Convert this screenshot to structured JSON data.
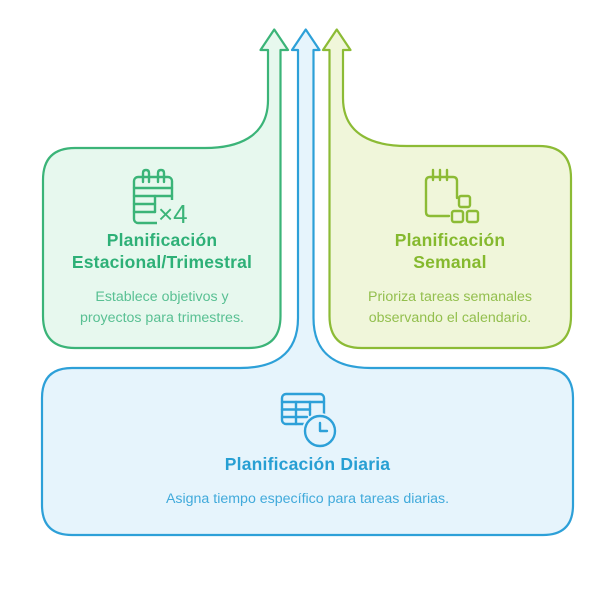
{
  "page": {
    "background": "#ffffff"
  },
  "cards": [
    {
      "id": "seasonal",
      "title_lines": [
        "Planificación",
        "Estacional/Trimestral"
      ],
      "description_lines": [
        "Establece objetivos y",
        "proyectos para trimestres."
      ],
      "icon": "calendar-x4-icon",
      "icon_badge": "×4",
      "border": "#3bb478",
      "fill": "#e7f8ee",
      "title_color": "#2eb077",
      "description_color": "#59c093",
      "arrow_direction": "up"
    },
    {
      "id": "weekly",
      "title_lines": [
        "Planificación",
        "Semanal"
      ],
      "description_lines": [
        "Prioriza tareas semanales",
        "observando el calendario."
      ],
      "icon": "notepad-blocks-icon",
      "border": "#8cbb35",
      "fill": "#f0f6da",
      "title_color": "#85b92e",
      "description_color": "#93bf4e",
      "arrow_direction": "up"
    },
    {
      "id": "daily",
      "title_lines": [
        "Planificación Diaria"
      ],
      "description_lines": [
        "Asigna tiempo específico para tareas diarias."
      ],
      "icon": "table-clock-icon",
      "border": "#2da0d8",
      "fill": "#e6f4fc",
      "title_color": "#279fd3",
      "description_color": "#41aadb",
      "arrow_direction": "up"
    }
  ]
}
